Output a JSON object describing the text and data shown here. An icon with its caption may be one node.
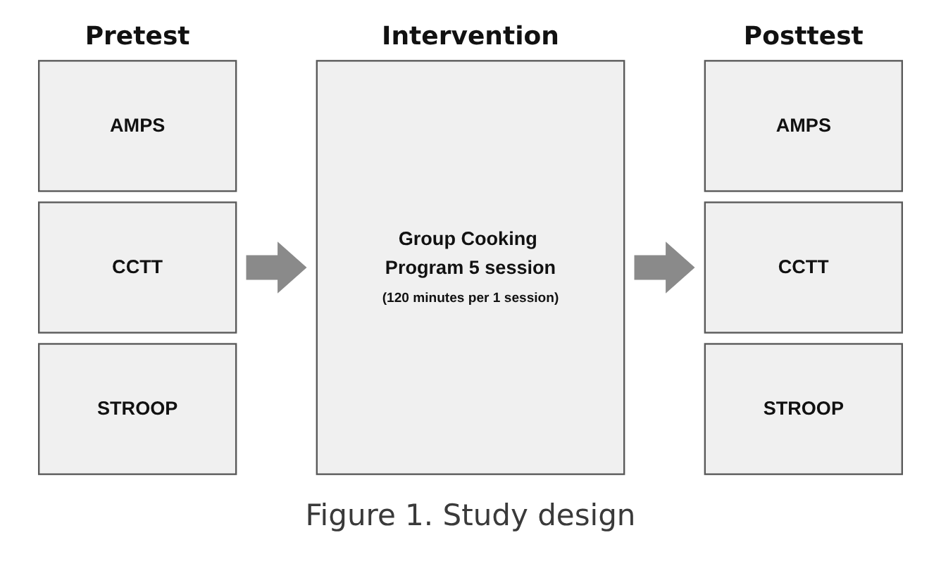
{
  "diagram": {
    "caption": "Figure 1. Study design",
    "nodes": [
      {
        "text": [
          "AMPS"
        ]
      },
      {
        "text": [
          "CCTT"
        ]
      },
      {
        "text": [
          "STROOP"
        ]
      },
      {
        "text": [
          "Group Cooking Program 5 session",
          "(120 minutes per 1 session)"
        ]
      },
      {
        "text": [
          "AMPS"
        ]
      },
      {
        "text": [
          "CCTT"
        ]
      },
      {
        "text": [
          "STROOP"
        ]
      }
    ],
    "edges": [
      {
        "from": 1,
        "to": 3,
        "arrow": "to"
      },
      {
        "from": 3,
        "to": 5,
        "arrow": "to"
      }
    ],
    "labels": [
      "Pretest",
      "Intervention",
      "Posttest"
    ]
  }
}
